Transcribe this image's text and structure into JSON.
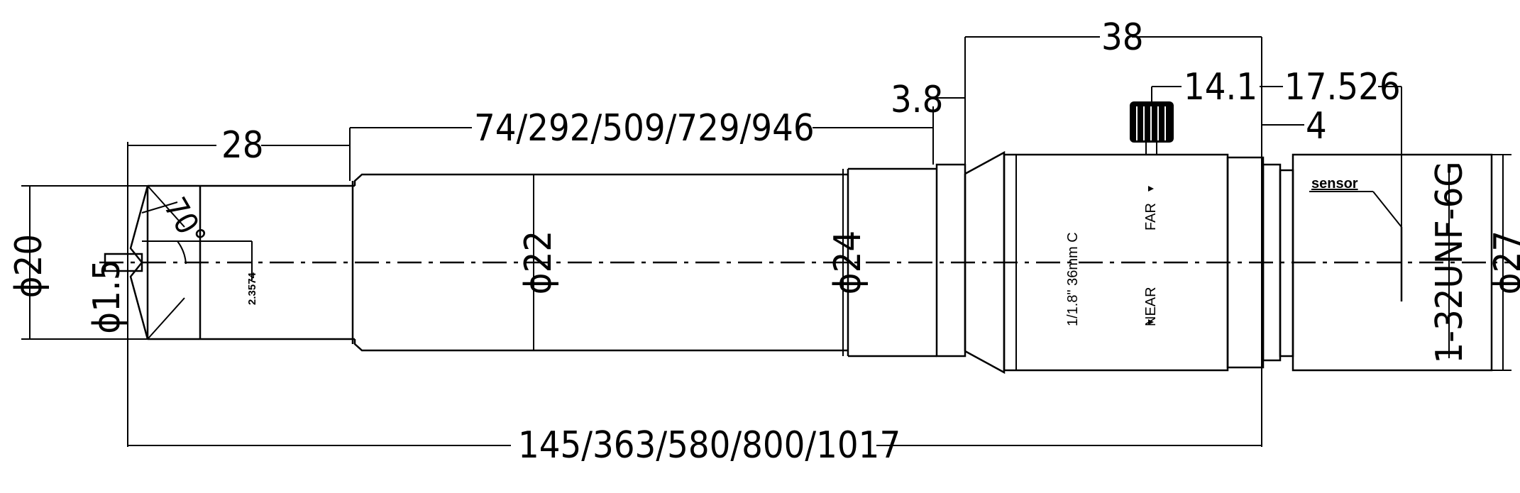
{
  "drawing": {
    "dimensions": {
      "length_total": "145/363/580/800/1017",
      "length_tube": "74/292/509/729/946",
      "tip_length": "28",
      "body_length": "38",
      "flange": "3.8",
      "knob_pos": "14.1",
      "flange_focal": "17.526",
      "back_step": "4",
      "dia_tip": "ϕ20",
      "dia_probe": "ϕ1.5",
      "dia_tube": "ϕ22",
      "dia_rear": "ϕ24",
      "dia_body": "ϕ27",
      "angle": "70°",
      "offset": "2.3574",
      "thread": "1-32UNF-6G"
    },
    "labels": {
      "sensor": "sensor",
      "model": "1/1.8\" 36mm C",
      "far": "FAR",
      "near": "NEAR"
    }
  }
}
